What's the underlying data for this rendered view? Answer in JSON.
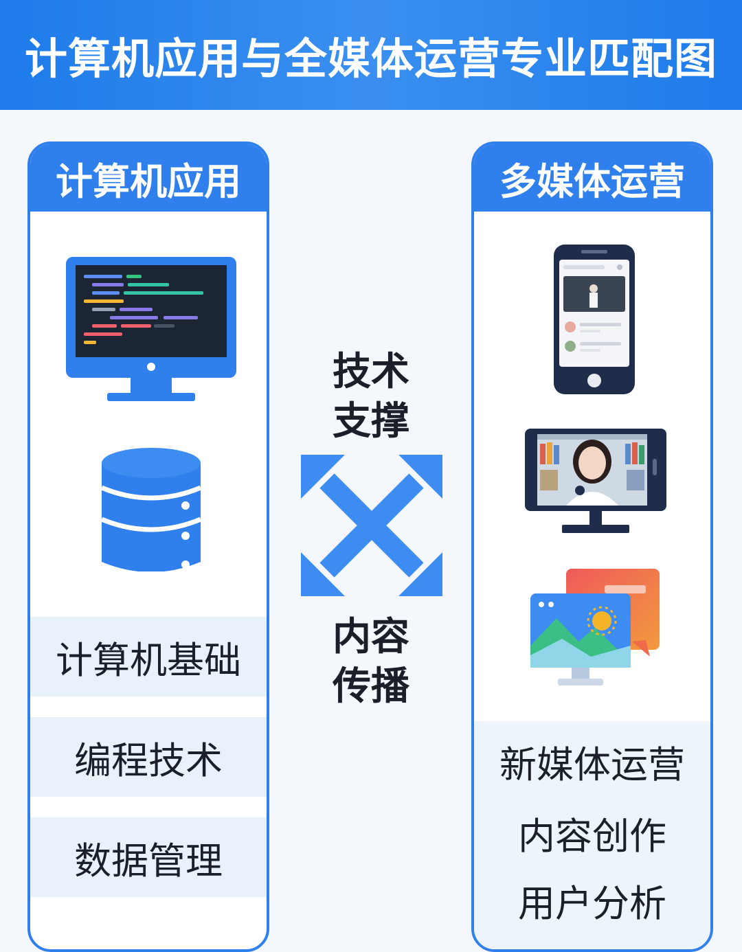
{
  "title": "计算机应用与全媒体运营专业匹配图",
  "left_panel": {
    "heading": "计算机应用",
    "items": [
      "计算机基础",
      "编程技术",
      "数据管理"
    ]
  },
  "right_panel": {
    "heading": "多媒体运营",
    "items": [
      "新媒体运营",
      "内容创作",
      "用户分析"
    ]
  },
  "center": {
    "top_lines": [
      "技术",
      "支撑"
    ],
    "bottom_lines": [
      "内容",
      "传播"
    ]
  },
  "icons": {
    "code_monitor": "code-monitor-icon",
    "database": "database-icon",
    "smartphone": "smartphone-icon",
    "video_screen": "video-presenter-icon",
    "image_media": "image-media-icon",
    "cross_arrows": "cross-arrows-icon"
  },
  "colors": {
    "accent": "#2f80ed",
    "header": "#1e7be9",
    "text": "#1b1f2a",
    "item_bg": "#e9f1fb"
  }
}
